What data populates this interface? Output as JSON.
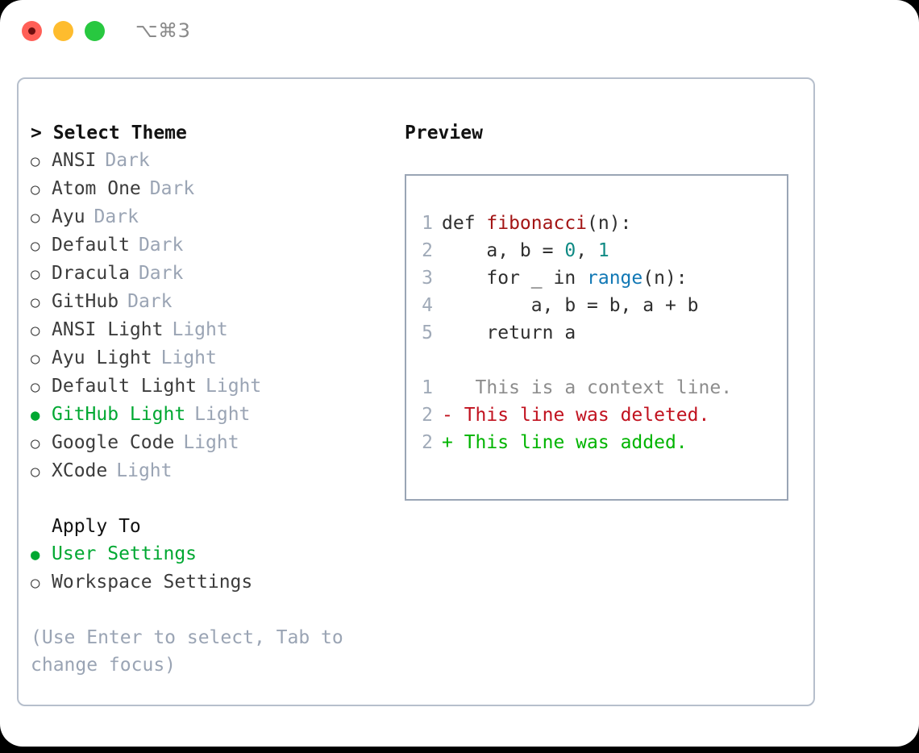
{
  "window": {
    "traffic_lights": [
      "close-red",
      "minimize-yellow",
      "maximize-green"
    ],
    "shortcut": "⌥⌘3"
  },
  "theme_picker": {
    "header": "> Select Theme",
    "options": [
      {
        "marker": "○",
        "label": "ANSI",
        "tag": "Dark",
        "selected": false
      },
      {
        "marker": "○",
        "label": "Atom One",
        "tag": "Dark",
        "selected": false
      },
      {
        "marker": "○",
        "label": "Ayu",
        "tag": "Dark",
        "selected": false
      },
      {
        "marker": "○",
        "label": "Default",
        "tag": "Dark",
        "selected": false
      },
      {
        "marker": "○",
        "label": "Dracula",
        "tag": "Dark",
        "selected": false
      },
      {
        "marker": "○",
        "label": "GitHub",
        "tag": "Dark",
        "selected": false
      },
      {
        "marker": "○",
        "label": "ANSI Light",
        "tag": "Light",
        "selected": false
      },
      {
        "marker": "○",
        "label": "Ayu Light",
        "tag": "Light",
        "selected": false
      },
      {
        "marker": "○",
        "label": "Default Light",
        "tag": "Light",
        "selected": false
      },
      {
        "marker": "●",
        "label": "GitHub Light",
        "tag": "Light",
        "selected": true
      },
      {
        "marker": "○",
        "label": "Google Code",
        "tag": "Light",
        "selected": false
      },
      {
        "marker": "○",
        "label": "XCode",
        "tag": "Light",
        "selected": false
      }
    ]
  },
  "apply_to": {
    "header": "Apply To",
    "options": [
      {
        "marker": "●",
        "label": "User Settings",
        "selected": true
      },
      {
        "marker": "○",
        "label": "Workspace Settings",
        "selected": false
      }
    ]
  },
  "hint": "(Use Enter to select, Tab to change focus)",
  "preview": {
    "title": "Preview",
    "code_lines": [
      {
        "number": "1",
        "parts": [
          {
            "text": "def ",
            "style": "plain"
          },
          {
            "text": "fibonacci",
            "style": "fn"
          },
          {
            "text": "(n):",
            "style": "plain"
          }
        ]
      },
      {
        "number": "2",
        "parts": [
          {
            "text": "    a, b = ",
            "style": "plain"
          },
          {
            "text": "0",
            "style": "num"
          },
          {
            "text": ", ",
            "style": "plain"
          },
          {
            "text": "1",
            "style": "num"
          }
        ]
      },
      {
        "number": "3",
        "parts": [
          {
            "text": "    for _ in ",
            "style": "plain"
          },
          {
            "text": "range",
            "style": "call"
          },
          {
            "text": "(n):",
            "style": "plain"
          }
        ]
      },
      {
        "number": "4",
        "parts": [
          {
            "text": "        a, b = b, a + b",
            "style": "plain"
          }
        ]
      },
      {
        "number": "5",
        "parts": [
          {
            "text": "    return a",
            "style": "plain"
          }
        ]
      }
    ],
    "diff_lines": [
      {
        "number": "1",
        "sign": " ",
        "text": "  This is a context line.",
        "kind": "ctx"
      },
      {
        "number": "2",
        "sign": "-",
        "text": " This line was deleted.",
        "kind": "del"
      },
      {
        "number": "2",
        "sign": "+",
        "text": " This line was added.",
        "kind": "add"
      }
    ]
  },
  "colors": {
    "accent_green": "#00a832",
    "muted": "#9aa4b4",
    "function_red": "#a31515",
    "number_teal": "#0f8a84",
    "call_blue": "#1178b5",
    "diff_delete": "#c1121f",
    "diff_add": "#00b400",
    "frame_border": "#b6bfcc"
  }
}
